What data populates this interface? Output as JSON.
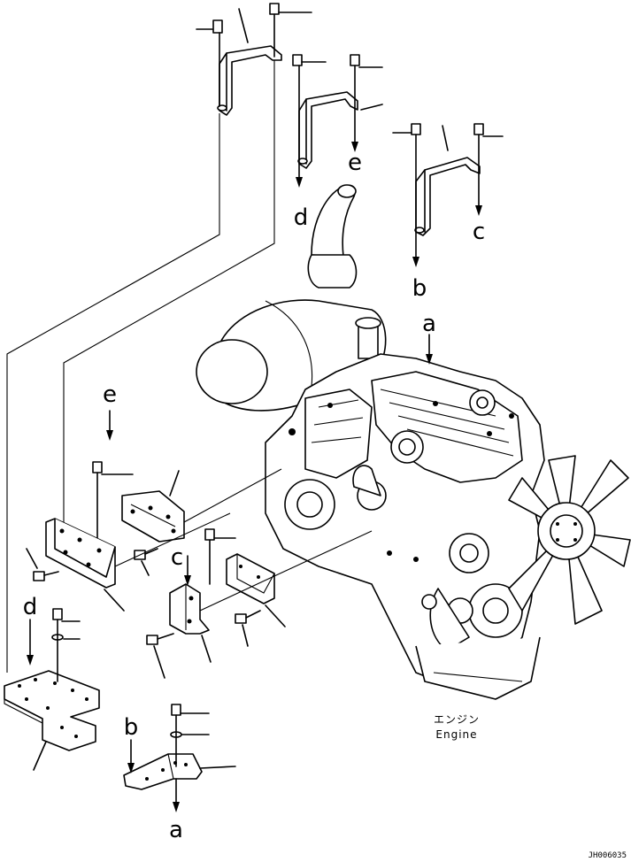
{
  "letters": [
    "e",
    "d",
    "c",
    "b",
    "a",
    "e",
    "c",
    "d",
    "b",
    "a"
  ],
  "engine_label_jp": "エンジン",
  "engine_label_en": "Engine",
  "figure_code": "JH006035",
  "colors": {
    "ink": "#000000",
    "paper": "#ffffff"
  }
}
